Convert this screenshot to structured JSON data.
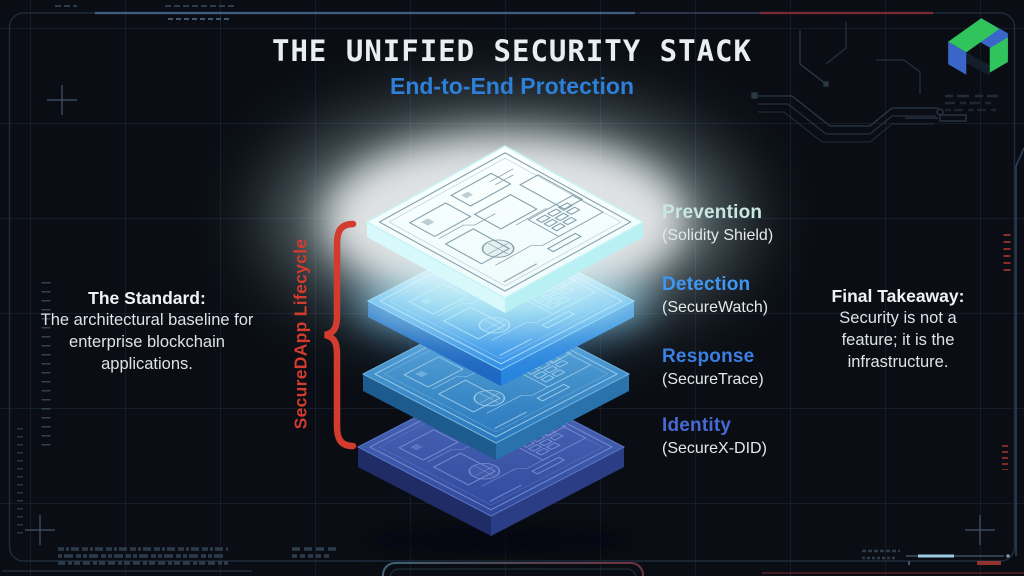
{
  "header": {
    "title": "THE UNIFIED SECURITY STACK",
    "subtitle": "End-to-End Protection"
  },
  "stack": {
    "bracket_label": "SecureDApp Lifecycle",
    "layers": [
      {
        "name": "Prevention",
        "product": "(Solidity Shield)"
      },
      {
        "name": "Detection",
        "product": "(SecureWatch)"
      },
      {
        "name": "Response",
        "product": "(SecureTrace)"
      },
      {
        "name": "Identity",
        "product": "(SecureX-DID)"
      }
    ]
  },
  "left_note": {
    "heading": "The Standard:",
    "body": "The architectural baseline for enterprise blockchain applications."
  },
  "right_note": {
    "heading": "Final Takeaway:",
    "body": "Security is not a feature; it is the infrastructure."
  },
  "colors": {
    "background": "#0a0e14",
    "title_text": "#e9eef1",
    "subtitle_blue": "#2d7fd8",
    "body_text": "#dde2e6",
    "accent_red": "#d23b2d",
    "label_prevention": "#c9e7e4",
    "label_detection": "#3e97f4",
    "label_response": "#3c7fe4",
    "label_identity": "#4868d4",
    "layer_prevention_face": "#eefbfc",
    "layer_detection_face": "#2b8ae6",
    "layer_response_face": "#2a78bc",
    "layer_identity_face": "#30489b",
    "logo_green": "#31c45c",
    "logo_blue": "#3a66c9"
  }
}
